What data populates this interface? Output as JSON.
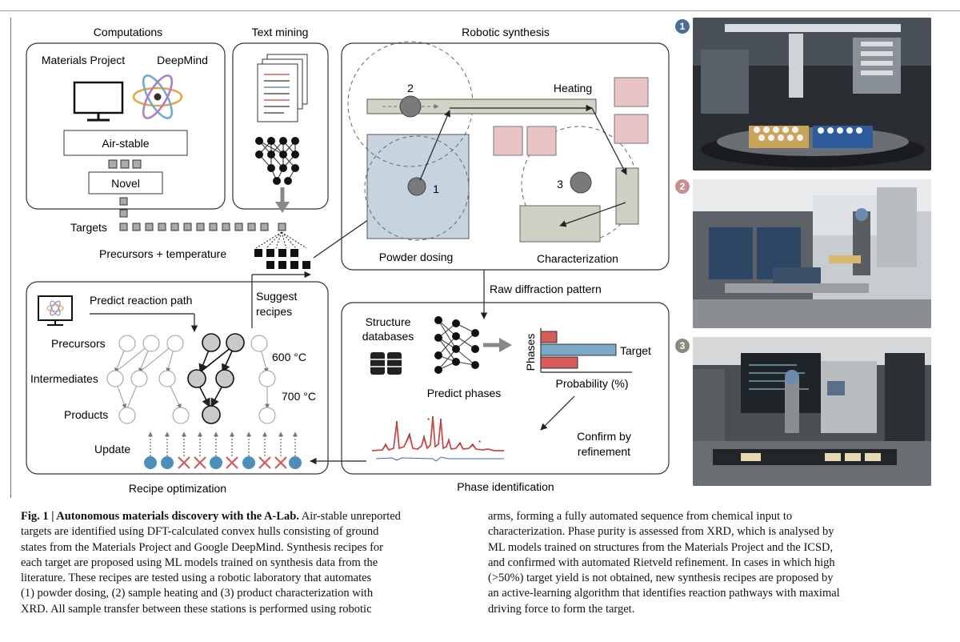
{
  "panels": {
    "computations": "Computations",
    "text_mining": "Text mining",
    "robotic_synthesis": "Robotic synthesis",
    "materials_project": "Materials Project",
    "deepmind": "DeepMind",
    "air_stable": "Air-stable",
    "novel": "Novel",
    "targets": "Targets",
    "precursors_temperature": "Precursors + temperature",
    "heating": "Heating",
    "powder_dosing": "Powder dosing",
    "characterization": "Characterization",
    "station_1": "1",
    "station_2": "2",
    "station_3": "3",
    "raw_diffraction": "Raw diffraction pattern",
    "suggest_recipes_1": "Suggest",
    "suggest_recipes_2": "recipes",
    "predict_reaction_path": "Predict reaction path",
    "precursors": "Precursors",
    "intermediates": "Intermediates",
    "products": "Products",
    "temp_600": "600 °C",
    "temp_700": "700 °C",
    "update": "Update",
    "recipe_optimization": "Recipe optimization",
    "structure_databases_1": "Structure",
    "structure_databases_2": "databases",
    "predict_phases": "Predict phases",
    "phases": "Phases",
    "target": "Target",
    "probability": "Probability (%)",
    "confirm_1": "Confirm by",
    "confirm_2": "refinement",
    "phase_identification": "Phase identification"
  },
  "photos": [
    {
      "badge": "1",
      "badge_color": "#4a6f95"
    },
    {
      "badge": "2",
      "badge_color": "#c98d8d"
    },
    {
      "badge": "3",
      "badge_color": "#8e8a7a"
    }
  ],
  "colors": {
    "powder_blue": "#c5d4de",
    "pink": "#e8c4c4",
    "gray_box": "#cfcfc4",
    "red_x": "#d85b5b",
    "blue_dot": "#4d8fb8"
  },
  "caption": {
    "fig_label": "Fig. 1 | Autonomous materials discovery with the A-Lab.",
    "left_lines": [
      " Air-stable unreported",
      "targets are identified using DFT-calculated convex hulls consisting of ground",
      "states from the Materials Project and Google DeepMind. Synthesis recipes for",
      "each target are proposed using ML models trained on synthesis data from the",
      "literature. These recipes are tested using a robotic laboratory that automates",
      "(1) powder dosing, (2) sample heating and (3) product characterization with",
      "XRD. All sample transfer between these stations is performed using robotic"
    ],
    "right_lines": [
      "arms, forming a fully automated sequence from chemical input to",
      "characterization. Phase purity is assessed from XRD, which is analysed by",
      "ML models trained on structures from the Materials Project and the ICSD,",
      "and confirmed with automated Rietveld refinement. In cases in which high",
      "(>50%) target yield is not obtained, new synthesis recipes are proposed by",
      "an active-learning algorithm that identifies reaction pathways with maximal",
      "driving force to form the target."
    ]
  }
}
